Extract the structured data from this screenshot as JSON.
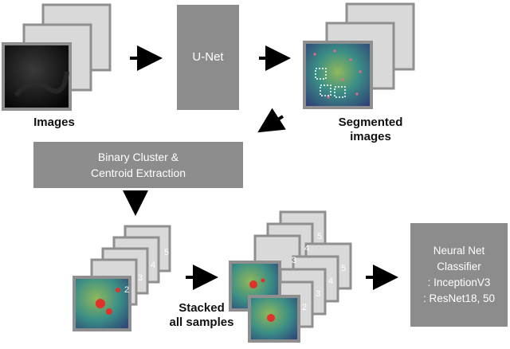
{
  "labels": {
    "images": "Images",
    "segmented_line1": "Segmented",
    "segmented_line2": "images",
    "stacked_line1": "Stacked",
    "stacked_line2": "all samples"
  },
  "boxes": {
    "unet": "U-Net",
    "cluster_line1": "Binary Cluster &",
    "cluster_line2": "Centroid Extraction",
    "classifier_line1": "Neural Net",
    "classifier_line2": "Classifier",
    "classifier_line3": ": InceptionV3",
    "classifier_line4": ": ResNet18, 50"
  },
  "stack_numbers": {
    "left": [
      "2",
      "3",
      "4",
      "5"
    ],
    "right_upper": [
      "3",
      "4",
      "5"
    ],
    "right_lower": [
      "2",
      "3",
      "4",
      "5"
    ]
  },
  "colors": {
    "frame_gray": "#8c8c8c",
    "card_fill": "#d9d9d9",
    "card_border": "#8f8f8f",
    "box_fill": "#8c8c8c",
    "heatmap_dark": "#2e3e78",
    "heatmap_teal": "#3b8f86",
    "heatmap_green": "#8fb85a",
    "hotspot_red": "#e0312a"
  }
}
